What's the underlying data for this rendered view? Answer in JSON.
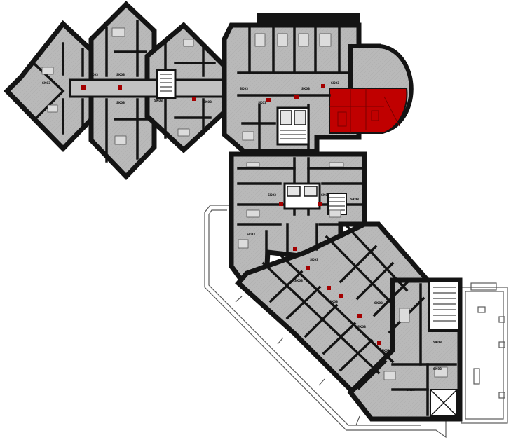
{
  "colors": {
    "background": "#ffffff",
    "floor": "#b9b9b9",
    "floor_light": "#c9c9c9",
    "walls": "#141414",
    "highlight": "#c00000",
    "door_marker": "#a40000",
    "outline": "#5a5a5a"
  },
  "highlighted_unit": {
    "label": ""
  },
  "door_labels": [
    "SK03",
    "SK03",
    "SK03",
    "SK03",
    "SK03",
    "SK03",
    "SK03",
    "SK03",
    "SK03",
    "SK03",
    "SK03",
    "SK03",
    "SK03",
    "SK03",
    "SK03",
    "SK03",
    "SK03",
    "SK03",
    "SK03",
    "SK03",
    "SK03",
    "SK03",
    "SK03",
    "SK03"
  ]
}
